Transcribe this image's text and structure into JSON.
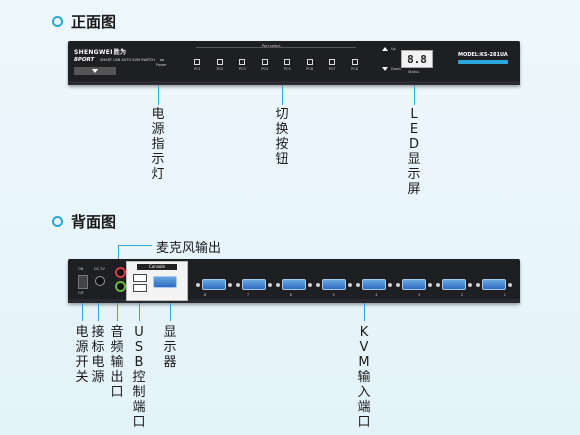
{
  "front": {
    "section_title": "正面图",
    "brand": "SHENGWEI",
    "brand_cn": "胜为",
    "port_text": "8PORT",
    "model_desc": "SMART USB AUTO KVM SWITCH",
    "model_label": "MODEL:KS-281UA",
    "port_select_label": "Port select",
    "port_labels": [
      "PC1",
      "PC2",
      "PC3",
      "PC4",
      "PC5",
      "PC6",
      "PC7",
      "PC8"
    ],
    "power_label": "Power",
    "up_label": "Up",
    "down_label": "Down",
    "led_value": "8.8",
    "led_sub": "Status",
    "callouts": [
      "电源指示灯",
      "切换按钮",
      "LED显示屏"
    ]
  },
  "back": {
    "section_title": "背面图",
    "console_label": "Console",
    "power_on": "ON",
    "power_off": "O/F",
    "dc_label": "DC 5V",
    "audio_callout": "麦克风输出",
    "bottom_callouts": [
      "电源开关",
      "接标电源",
      "音频输出口",
      "USB控制端口",
      "显示器",
      "KVM输入端口"
    ],
    "kvm_port_labels": [
      "8",
      "7",
      "6",
      "5",
      "4",
      "3",
      "2",
      "1"
    ]
  },
  "colors": {
    "accent": "#29a8d8",
    "panel": "#1e1f23",
    "vga": "#3b7ccc"
  }
}
